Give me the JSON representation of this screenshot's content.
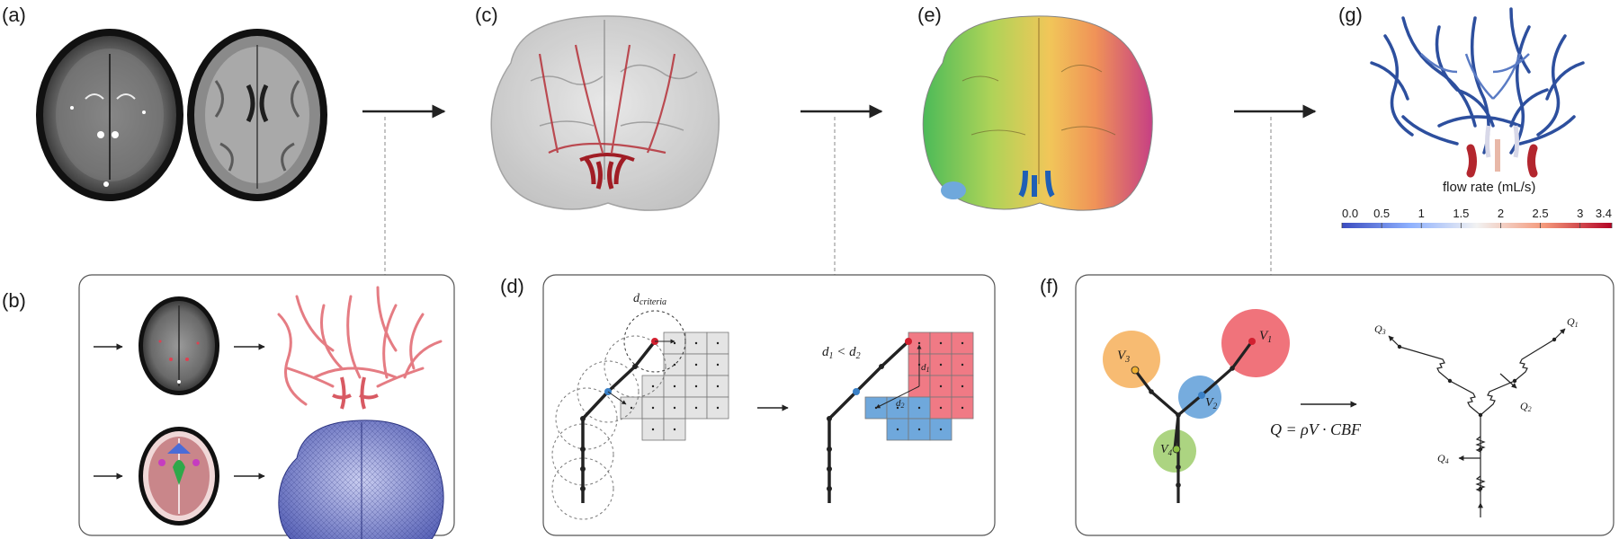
{
  "panels": {
    "a": "(a)",
    "b": "(b)",
    "c": "(c)",
    "d": "(d)",
    "e": "(e)",
    "f": "(f)",
    "g": "(g)"
  },
  "panel_d": {
    "criteria_label": "d",
    "criteria_sub": "criteria",
    "compare_label": "d",
    "compare_sub1": "1",
    "compare_lt": " < d",
    "compare_sub2": "2",
    "d1": "d",
    "d1_sub": "1",
    "d2": "d",
    "d2_sub": "2"
  },
  "panel_f": {
    "v1": "V",
    "v1_sub": "1",
    "v2": "V",
    "v2_sub": "2",
    "v3": "V",
    "v3_sub": "3",
    "v4": "V",
    "v4_sub": "4",
    "equation": "Q  =  ρV · CBF",
    "q1": "Q",
    "q1_sub": "1",
    "q2": "Q",
    "q2_sub": "2",
    "q3": "Q",
    "q3_sub": "3",
    "q4": "Q",
    "q4_sub": "4"
  },
  "colorbar": {
    "title": "flow rate (mL/s)",
    "ticks": [
      "0.0",
      "0.5",
      "1",
      "1.5",
      "2",
      "2.5",
      "3",
      "3.4"
    ],
    "tick_values": [
      0.0,
      0.5,
      1.0,
      1.5,
      2.0,
      2.5,
      3.0,
      3.4
    ],
    "min": 0.0,
    "max": 3.4,
    "colors": [
      "#3b4cc0",
      "#8db0fe",
      "#f2f2f2",
      "#f4987a",
      "#b40426"
    ]
  },
  "colors": {
    "vessel_red": "#b3262e",
    "vessel_blue": "#2d4f9e",
    "red_grid": "#f07a85",
    "blue_grid": "#6fa8dc",
    "gray_grid": "#e4e4e4",
    "circle_red": "#ef6b74",
    "circle_blue": "#6fa8dc",
    "circle_orange": "#f7b76a",
    "circle_green": "#a8d27a"
  }
}
